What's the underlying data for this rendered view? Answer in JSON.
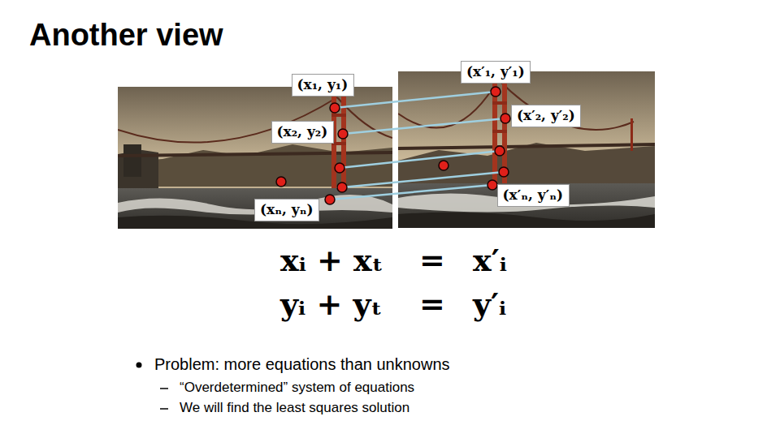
{
  "diagram": {
    "title": "Another view",
    "nodes": [
      {
        "text": [
          "(x₁, y₁)"
        ]
      },
      {
        "text": [
          "(x₂, y₂)"
        ]
      },
      {
        "text": [
          "(xₙ, yₙ)"
        ]
      },
      {
        "text": [
          "(x′₁, y′₁)"
        ]
      },
      {
        "text": [
          "(x′₂, y′₂)"
        ]
      },
      {
        "text": [
          "(x′ₙ, y′ₙ)"
        ]
      }
    ],
    "labels": [
      "xᵢ + xₜ",
      "=",
      "x′ᵢ",
      "yᵢ + yₜ",
      "=",
      "y′ᵢ",
      "Problem: more equations than unknowns",
      "“Overdetermined” system of equations",
      "We will find the least squares solution"
    ]
  }
}
